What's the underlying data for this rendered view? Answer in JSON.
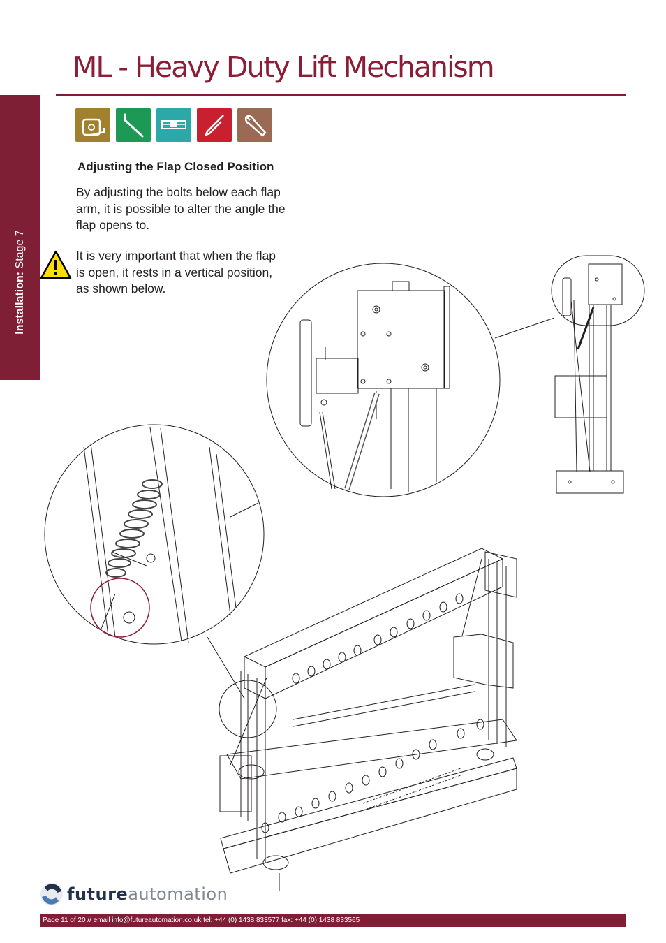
{
  "side_tab": {
    "label_bold": "Installation:",
    "label_regular": " Stage 7"
  },
  "title": "ML - Heavy Duty Lift Mechanism",
  "tool_icons": [
    {
      "name": "tape-measure-icon",
      "color": "#a2812e"
    },
    {
      "name": "allen-key-icon",
      "color": "#1c9a55"
    },
    {
      "name": "spirit-level-icon",
      "color": "#2ca8a8"
    },
    {
      "name": "screwdriver-icon",
      "color": "#c8202f"
    },
    {
      "name": "spanner-icon",
      "color": "#9a6a55"
    }
  ],
  "section_heading": "Adjusting the Flap Closed Position",
  "paragraph_1": "By adjusting the bolts below each flap arm, it is possible to alter the angle the flap opens to.",
  "warning_icon": "warning-triangle-icon",
  "paragraph_2": "It is very important that when the flap is open, it rests in a vertical position, as shown below.",
  "logo": {
    "strong": "future",
    "light": "automation",
    "icon": "future-automation-swirl-icon"
  },
  "footer_text": "Page 11 of 20 // email info@futureautomation.co.uk  tel: +44 (0) 1438 833577  fax: +44 (0) 1438 833565",
  "colors": {
    "brand": "#7e1f35",
    "title": "#8c1d36",
    "highlight_circle": "#8c1d36"
  }
}
